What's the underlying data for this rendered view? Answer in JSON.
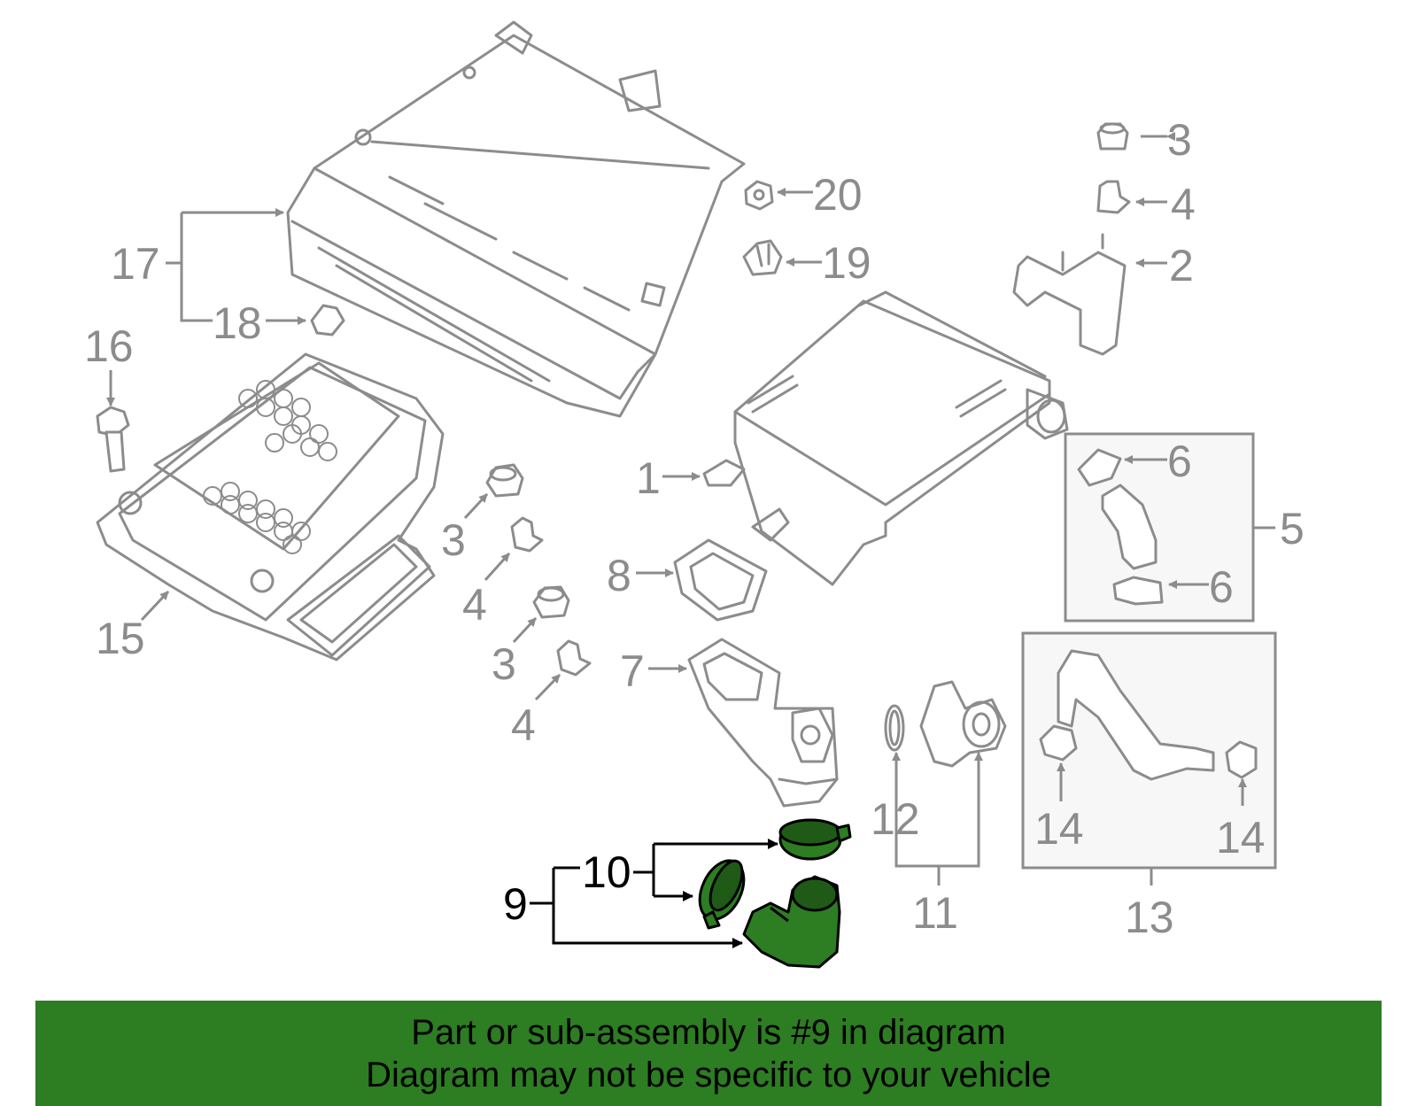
{
  "callouts": {
    "c1": "1",
    "c2": "2",
    "c3a": "3",
    "c3b": "3",
    "c3c": "3",
    "c4a": "4",
    "c4b": "4",
    "c4c": "4",
    "c5": "5",
    "c6a": "6",
    "c6b": "6",
    "c7": "7",
    "c8": "8",
    "c9": "9",
    "c10": "10",
    "c11": "11",
    "c12": "12",
    "c13": "13",
    "c14a": "14",
    "c14b": "14",
    "c15": "15",
    "c16": "16",
    "c17": "17",
    "c18": "18",
    "c19": "19",
    "c20": "20"
  },
  "highlight": {
    "part_number": "9",
    "color": "#2d7d22"
  },
  "banner": {
    "line1": "Part or sub-assembly is #9 in diagram",
    "line2": "Diagram may not be specific to your vehicle",
    "background": "#2d7d22"
  }
}
